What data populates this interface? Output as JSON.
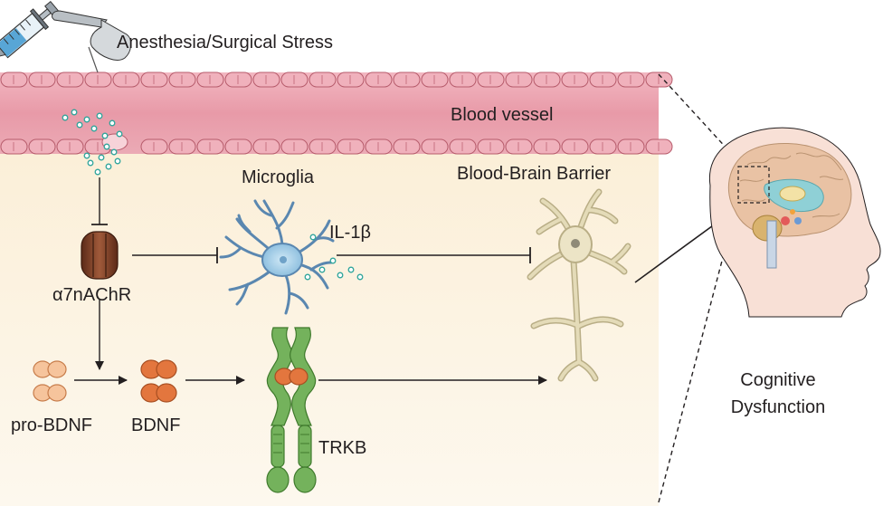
{
  "labels": {
    "stress": "Anesthesia/Surgical Stress",
    "blood_vessel": "Blood vessel",
    "bbb": "Blood-Brain Barrier",
    "microglia": "Microglia",
    "il1b": "IL-1β",
    "receptor": "α7nAChR",
    "pro_bdnf": "pro-BDNF",
    "bdnf": "BDNF",
    "trkb": "TRKB",
    "outcome_line1": "Cognitive",
    "outcome_line2": "Dysfunction"
  },
  "colors": {
    "vessel": "#e8a0ac",
    "vessel_cells": "#e38c9a",
    "brain_tissue": "#fbf1df",
    "particles": "#2fa59b",
    "receptor": "#7a3e28",
    "bdnf": "#e3763e",
    "pro_bdnf": "#f6c49c",
    "trkb": "#6aaa54",
    "microglia": "#5a87b0",
    "neuron": "#d9cfa8"
  },
  "icons": [
    "syringe-icon",
    "scalpel-icon",
    "brain-icon",
    "head-profile-icon"
  ]
}
